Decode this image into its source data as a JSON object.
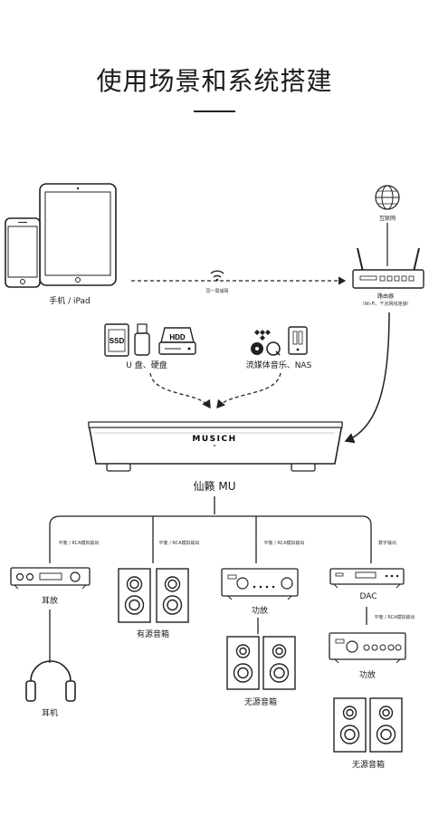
{
  "title": "使用场景和系统搭建",
  "labels": {
    "phone_ipad": "手机 / iPad",
    "same_lan": "同一局域网",
    "internet": "互联网",
    "router": "路由器",
    "router_note": "（Wi-Fi、千兆网线连接）",
    "usb_hdd": "U 盘、硬盘",
    "streaming": "流媒体音乐、NAS",
    "player": "仙籁 MU",
    "brand_logo": "MUSICH",
    "ssd": "SSD",
    "hdd": "HDD",
    "out1": "平衡 / RCA模拟输出",
    "out2": "平衡 / RCA模拟输出",
    "out3": "平衡 / RCA模拟输出",
    "out4": "数字输出",
    "out5": "平衡 / RCA模拟输出",
    "headamp": "耳放",
    "headphones": "耳机",
    "active_speakers": "有源音箱",
    "amp": "功放",
    "passive_speakers": "无源音箱",
    "dac": "DAC",
    "amp2": "功放",
    "passive_speakers2": "无源音箱"
  }
}
